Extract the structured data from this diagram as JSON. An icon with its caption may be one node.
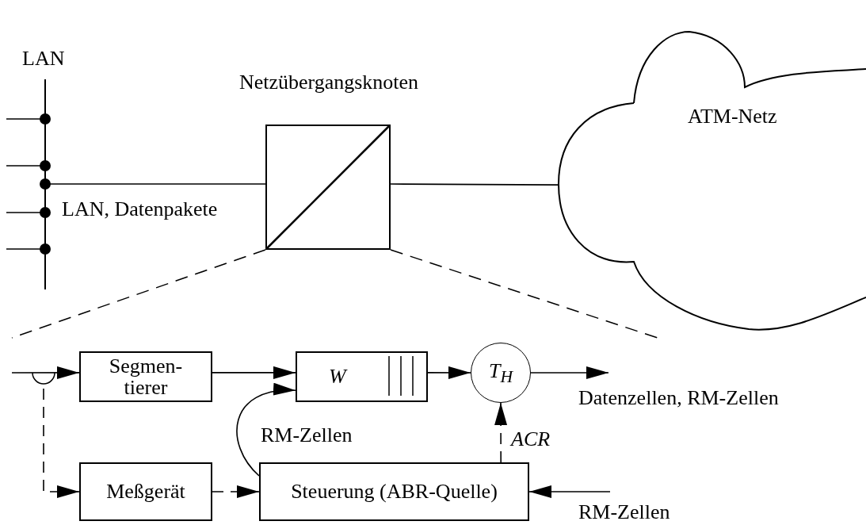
{
  "diagram": {
    "nodes": [
      {
        "text": [
          "LAN"
        ]
      },
      {
        "text": [
          "Netzübergangsknoten"
        ]
      },
      {
        "text": [
          "ATM-Netz"
        ]
      },
      {
        "text": [],
        "shape": "picture"
      },
      {
        "text": [
          "Segmen- tierer"
        ]
      },
      {
        "text": [
          "W"
        ]
      },
      {
        "text": [
          "T$_{H}$"
        ]
      },
      {
        "text": [
          "Meßgerät"
        ]
      },
      {
        "text": [
          "Steuerung (ABR-Quelle)"
        ]
      }
    ],
    "edges": [
      {
        "from": null,
        "to": 0,
        "arrow": "other"
      },
      {
        "from": null,
        "to": 0,
        "arrow": "other"
      },
      {
        "from": 1,
        "to": 0,
        "arrow": "other",
        "label": "LAN, Datenpakete"
      },
      {
        "from": null,
        "to": 0,
        "arrow": "other"
      },
      {
        "from": null,
        "to": 0,
        "arrow": "other"
      },
      {
        "from": 1,
        "to": 2,
        "arrow": "none"
      },
      {
        "from": null,
        "to": 4,
        "arrow": "to"
      },
      {
        "from": 3,
        "to": 7,
        "arrow": "to",
        "style": "dashed"
      },
      {
        "from": 4,
        "to": 5,
        "arrow": "to"
      },
      {
        "from": 5,
        "to": 6,
        "arrow": "to"
      },
      {
        "from": 6,
        "to": null,
        "arrow": "to",
        "label": "Datenzellen, RM-Zellen"
      },
      {
        "from": 8,
        "to": 5,
        "arrow": "to",
        "label": "RM-Zellen"
      },
      {
        "from": 8,
        "to": 6,
        "arrow": "to",
        "style": "dashed",
        "label": "ACR"
      },
      {
        "from": 7,
        "to": 8,
        "arrow": "to",
        "style": "dashed"
      },
      {
        "from": null,
        "to": 8,
        "arrow": "to",
        "label": "RM-Zellen"
      }
    ]
  }
}
